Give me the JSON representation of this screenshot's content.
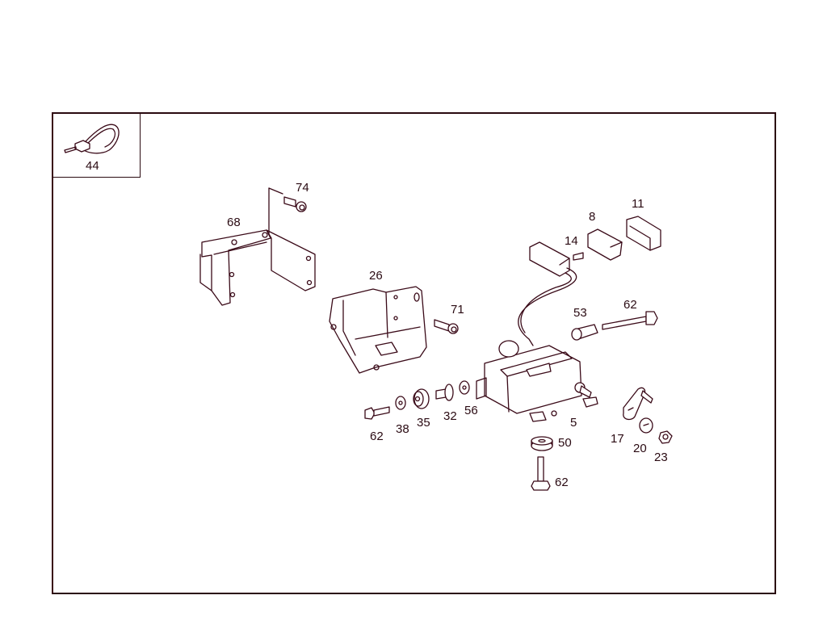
{
  "diagram": {
    "type": "exploded-parts-diagram",
    "line_color": "#3a0a18",
    "background": "#ffffff",
    "inset": {
      "part": "cable-tie",
      "label": "44"
    },
    "parts": [
      {
        "id": "68",
        "name": "mounting-bracket",
        "label": "68"
      },
      {
        "id": "74",
        "name": "screw",
        "label": "74"
      },
      {
        "id": "26",
        "name": "holder-bracket",
        "label": "26"
      },
      {
        "id": "71",
        "name": "screw",
        "label": "71"
      },
      {
        "id": "8",
        "name": "connector-plate",
        "label": "8"
      },
      {
        "id": "11",
        "name": "connector-cover",
        "label": "11"
      },
      {
        "id": "14",
        "name": "screw",
        "label": "14"
      },
      {
        "id": "53",
        "name": "spacer-sleeve",
        "label": "53"
      },
      {
        "id": "62a",
        "name": "long-bolt",
        "label": "62"
      },
      {
        "id": "62b",
        "name": "bolt",
        "label": "62"
      },
      {
        "id": "38",
        "name": "washer",
        "label": "38"
      },
      {
        "id": "35",
        "name": "rubber-grommet",
        "label": "35"
      },
      {
        "id": "32",
        "name": "bushing",
        "label": "32"
      },
      {
        "id": "56",
        "name": "washer",
        "label": "56"
      },
      {
        "id": "5",
        "name": "wiper-motor",
        "label": "5"
      },
      {
        "id": "50",
        "name": "rubber-buffer",
        "label": "50"
      },
      {
        "id": "62c",
        "name": "bolt",
        "label": "62"
      },
      {
        "id": "17",
        "name": "crank-arm",
        "label": "17"
      },
      {
        "id": "20",
        "name": "washer",
        "label": "20"
      },
      {
        "id": "23",
        "name": "nut",
        "label": "23"
      }
    ]
  }
}
